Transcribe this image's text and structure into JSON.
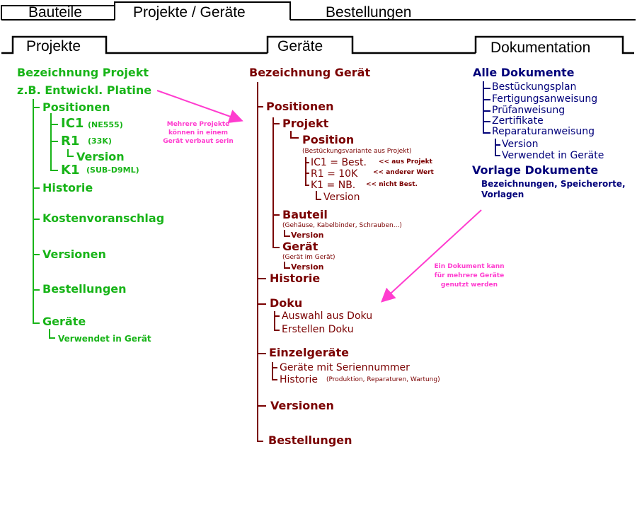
{
  "top_tabs": {
    "bauteile": "Bauteile",
    "projekte_geraete": "Projekte / Geräte",
    "bestellungen": "Bestellungen"
  },
  "sections": {
    "projekte": "Projekte",
    "geraete": "Geräte",
    "dokumentation": "Dokumentation"
  },
  "projekte_tree": {
    "title": "Bezeichnung Projekt",
    "example": "z.B. Entwickl. Platine",
    "positionen": "Positionen",
    "ic1": "IC1",
    "ic1_note": "(NE555)",
    "r1": "R1",
    "r1_note": "(33K)",
    "version": "Version",
    "k1": "K1",
    "k1_note": "(SUB-D9ML)",
    "historie": "Historie",
    "kostenvoranschlag": "Kostenvoranschlag",
    "versionen": "Versionen",
    "bestellungen": "Bestellungen",
    "geraete": "Geräte",
    "verwendet": "Verwendet in Gerät"
  },
  "annotation_projekte": {
    "line1": "Mehrere Projekte",
    "line2": "können in einem",
    "line3": "Gerät verbaut serin"
  },
  "geraete_tree": {
    "title": "Bezeichnung Gerät",
    "positionen": "Positionen",
    "projekt": "Projekt",
    "position": "Position",
    "position_note": "(Bestückungsvariante aus Projekt)",
    "ic1": "IC1 = Best.",
    "ic1_note": "<< aus Projekt",
    "r1": "R1 = 10K",
    "r1_note": "<< anderer Wert",
    "k1": "K1 = NB.",
    "k1_note": "<< nicht Best.",
    "version": "Version",
    "bauteil": "Bauteil",
    "bauteil_note": "(Gehäuse, Kabelbinder, Schrauben...)",
    "bauteil_version": "Version",
    "geraet": "Gerät",
    "geraet_note": "(Gerät im Gerät)",
    "geraet_version": "Version",
    "historie": "Historie",
    "doku": "Doku",
    "doku_auswahl": "Auswahl aus Doku",
    "doku_erstellen": "Erstellen Doku",
    "einzelgeraete": "Einzelgeräte",
    "seriennummer": "Geräte mit Seriennummer",
    "einzel_historie": "Historie",
    "einzel_historie_note": "(Produktion, Reparaturen, Wartung)",
    "versionen": "Versionen",
    "bestellungen": "Bestellungen"
  },
  "doku_tree": {
    "alle": "Alle Dokumente",
    "bestueckungsplan": "Bestückungsplan",
    "fertigungsanweisung": "Fertigungsanweisung",
    "pruefanweisung": "Prüfanweisung",
    "zertifikate": "Zertifikate",
    "reparaturanweisung": "Reparaturanweisung",
    "version": "Version",
    "verwendet": "Verwendet in Geräte",
    "vorlage": "Vorlage Dokumente",
    "vorlage_line1": "Bezeichnungen, Speicherorte,",
    "vorlage_line2": "Vorlagen"
  },
  "annotation_doku": {
    "line1": "Ein Dokument kann",
    "line2": "für mehrere Geräte",
    "line3": "genutzt werden"
  },
  "colors": {
    "projekte": "#18b418",
    "geraete": "#7a0000",
    "dokumentation": "#00007a",
    "annotation": "#ff3ccf"
  }
}
